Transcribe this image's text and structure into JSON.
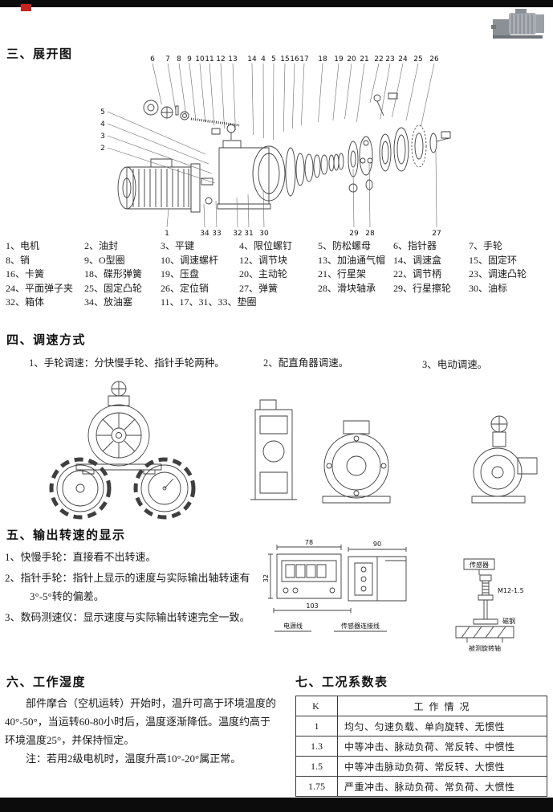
{
  "accent_color": "#c5241f",
  "bar_color": "#0c0c0c",
  "sections": {
    "s3": {
      "title": "三、展开图",
      "callouts_top": [
        "6",
        "7",
        "8",
        "9",
        "10",
        "11",
        "12",
        "13",
        "14",
        "4",
        "5",
        "15",
        "16",
        "17",
        "18",
        "19",
        "20",
        "21",
        "22",
        "23",
        "24",
        "25",
        "26"
      ],
      "callouts_left": [
        "5",
        "4",
        "3",
        "2"
      ],
      "callouts_bottom": [
        "1",
        "34",
        "33",
        "32",
        "31",
        "30",
        "29",
        "28",
        "27"
      ],
      "parts_rows": [
        [
          "1、电机",
          "2、油封",
          "3、平键",
          "4、限位螺钉",
          "5、防松螺母",
          "6、指针器",
          "7、手轮"
        ],
        [
          "8、销",
          "9、O型圈",
          "10、调速螺杆",
          "12、调节块",
          "13、加油通气帽",
          "14、调速盒",
          "15、固定环"
        ],
        [
          "16、卡簧",
          "18、碟形弹簧",
          "19、压盘",
          "20、主动轮",
          "21、行星架",
          "22、调节柄",
          "23、调速凸轮"
        ],
        [
          "24、平面弹子夹",
          "25、固定凸轮",
          "26、定位销",
          "27、弹簧",
          "28、滑块轴承",
          "29、行星擦轮",
          "30、油标"
        ],
        [
          "32、箱体",
          "34、放油塞",
          "11、17、31、33、垫圈"
        ]
      ]
    },
    "s4": {
      "title": "四、调速方式",
      "methods": [
        "1、手轮调速：分快慢手轮、指针手轮两种。",
        "2、配直角器调速。",
        "3、电动调速。"
      ]
    },
    "s5": {
      "title": "五、输出转速的显示",
      "items": [
        "1、快慢手轮：直接看不出转速。",
        "2、指针手轮：指针上显示的速度与实际输出轴转速有3°-5°转的偏差。",
        "3、数码测速仪：显示速度与实际输出转速完全一致。"
      ],
      "drawing": {
        "dim_front_width": "78",
        "dim_side_width": "90",
        "dim_total_width": "103",
        "dim_height": "32",
        "thread": "M12-1.5",
        "label_sensor": "传感器",
        "label_magnet": "磁钢",
        "label_shaft": "被测旋转轴",
        "label_power": "电源线",
        "label_cable": "传感器连接线"
      }
    },
    "s6": {
      "title": "六、工作湿度",
      "p1": "部件摩合（空机运转）开始时，温升可高于环境温度的40°-50°，当运转60-80小时后，温度逐渐降低。温度约高于环境温度25°，并保持恒定。",
      "note": "注：若用2级电机时，温度升高10°-20°属正常。"
    },
    "s7": {
      "title": "七、工况系数表",
      "table": {
        "headers": [
          "K",
          "工 作 情 况"
        ],
        "rows": [
          [
            "1",
            "均匀、匀速负载、单向旋转、无惯性"
          ],
          [
            "1.3",
            "中等冲击、脉动负荷、常反转、中惯性"
          ],
          [
            "1.5",
            "中等冲击脉动负荷、常反转、大惯性"
          ],
          [
            "1.75",
            "严重冲击、脉动负荷、常负荷、大惯性"
          ]
        ]
      }
    }
  }
}
